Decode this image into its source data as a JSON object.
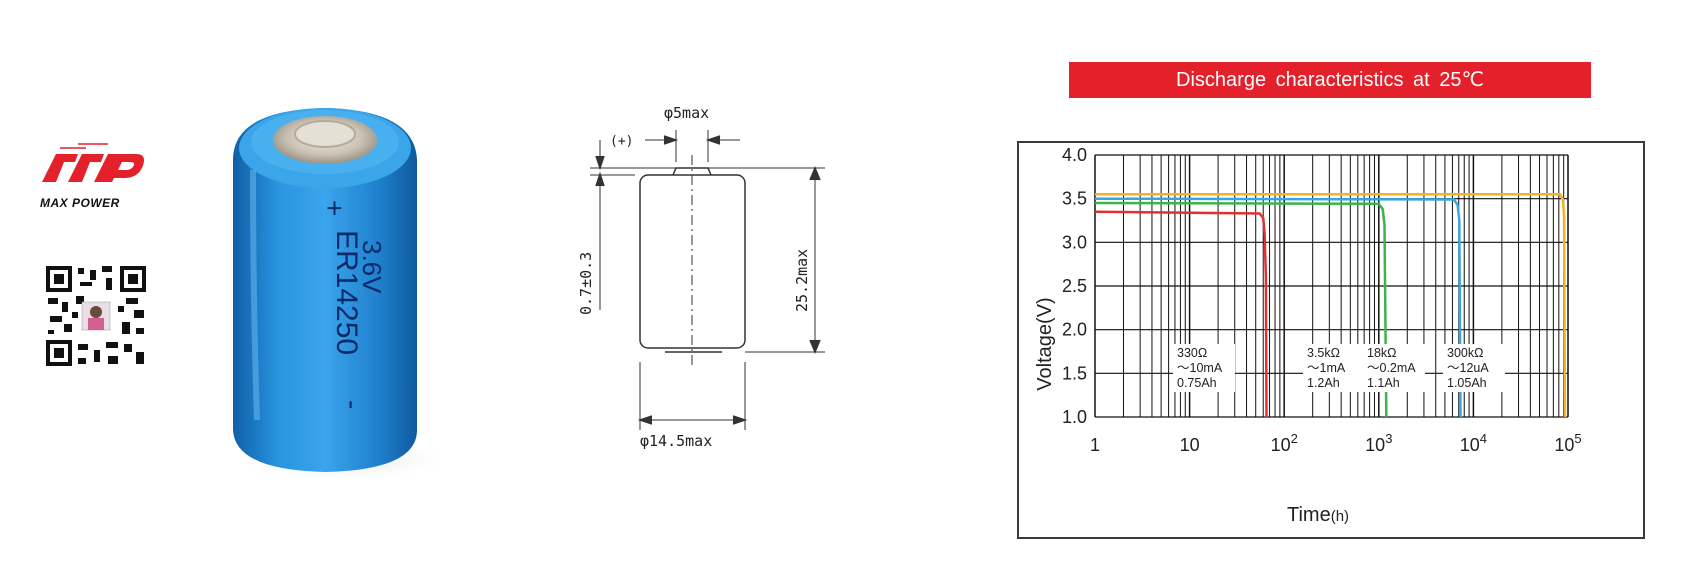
{
  "brand": {
    "name": "MAX POWER",
    "red": "#e4202a"
  },
  "battery": {
    "model": "ER14250",
    "voltage": "3.6V",
    "plus": "+",
    "minus": "-",
    "body_color": "#1f86d4"
  },
  "drawing": {
    "terminal_dim": "φ5max",
    "plus_mark": "(+)",
    "cap_height": "0.7±0.3",
    "height_dim": "25.2max",
    "diameter_dim": "φ14.5max"
  },
  "chart_data": {
    "type": "line",
    "title": "Discharge characteristics at 25℃",
    "xlabel": "Time",
    "xlabel_unit": "(h)",
    "ylabel": "Voltage(V)",
    "xscale": "log",
    "xlim": [
      1,
      100000
    ],
    "ylim": [
      1.0,
      4.0
    ],
    "x_ticks": [
      {
        "value": 1,
        "base": "1",
        "exp": ""
      },
      {
        "value": 10,
        "base": "10",
        "exp": ""
      },
      {
        "value": 100,
        "base": "10",
        "exp": "2"
      },
      {
        "value": 1000,
        "base": "10",
        "exp": "3"
      },
      {
        "value": 10000,
        "base": "10",
        "exp": "4"
      },
      {
        "value": 100000,
        "base": "10",
        "exp": "5"
      }
    ],
    "y_ticks": [
      "1.0",
      "1.5",
      "2.0",
      "2.5",
      "3.0",
      "3.5",
      "4.0"
    ],
    "grid": true,
    "series": [
      {
        "color": "#e03030",
        "x": [
          1,
          55,
          60,
          62,
          64,
          65
        ],
        "y": [
          3.35,
          3.33,
          3.28,
          3.1,
          2.6,
          1.0
        ],
        "annotation": [
          "330Ω",
          "～10mA",
          "0.75Ah"
        ]
      },
      {
        "color": "#3cb44b",
        "x": [
          1,
          1000,
          1100,
          1150,
          1200
        ],
        "y": [
          3.45,
          3.44,
          3.38,
          3.2,
          1.0
        ],
        "annotation": [
          "3.5kΩ",
          "～1mA",
          "1.2Ah"
        ]
      },
      {
        "color": "#3aa6e0",
        "x": [
          1,
          6200,
          6800,
          7100,
          7300
        ],
        "y": [
          3.5,
          3.49,
          3.43,
          3.25,
          1.0
        ],
        "annotation": [
          "18kΩ",
          "～0.2mA",
          "1.1Ah"
        ]
      },
      {
        "color": "#f5b324",
        "x": [
          1,
          82000,
          88000,
          91000,
          93000
        ],
        "y": [
          3.55,
          3.55,
          3.5,
          3.3,
          1.0
        ],
        "annotation": [
          "300kΩ",
          "～12uA",
          "1.05Ah"
        ]
      }
    ]
  }
}
